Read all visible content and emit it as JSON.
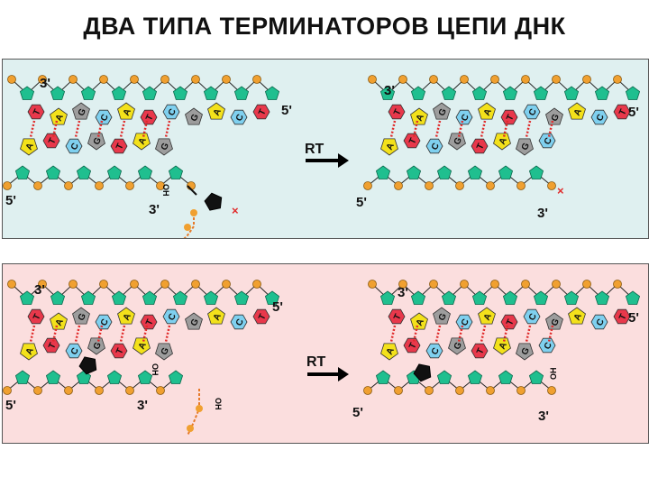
{
  "title": "ДВА ТИПА ТЕРМИНАТОРОВ ЦЕПИ ДНК",
  "colors": {
    "panel_top": "#dff0f0",
    "panel_bottom": "#fbdede",
    "sugar": "#1fbf8f",
    "phosphate": "#f0a030",
    "purine_A": "#f3e11b",
    "pyr_T": "#e8384b",
    "purine_G": "#9d9d9d",
    "pyr_C": "#7fd0ef",
    "bond": "#e02b2b"
  },
  "panels": [
    {
      "id": "top",
      "rt_label": "RT",
      "left": {
        "label_3_top": "3'",
        "label_5_top": "5'",
        "label_5_bottom": "5'",
        "label_3_bottom": "3'",
        "oh": "OH"
      },
      "right": {
        "label_3_top": "3'",
        "label_5_top": "5'",
        "label_5_bottom": "5'",
        "label_3_bottom": "3'"
      },
      "bases_left": [
        "T",
        "A",
        "G",
        "C",
        "A",
        "T",
        "C",
        "G",
        "A",
        "C",
        "T"
      ],
      "bases_right": [
        "T",
        "A",
        "G",
        "C",
        "A",
        "T",
        "C",
        "G",
        "A",
        "C",
        "T"
      ]
    },
    {
      "id": "bottom",
      "rt_label": "RT",
      "left": {
        "label_3_top": "3'",
        "label_5_top": "5'",
        "label_5_bottom": "5'",
        "label_3_bottom": "3'",
        "oh1": "OH",
        "oh2": "OH"
      },
      "right": {
        "label_3_top": "3'",
        "label_5_top": "5'",
        "label_5_bottom": "5'",
        "label_3_bottom": "3'",
        "oh": "OH"
      },
      "bases_left": [
        "T",
        "A",
        "G",
        "C",
        "A",
        "T",
        "C",
        "G",
        "A",
        "C",
        "T"
      ],
      "bases_right": [
        "T",
        "A",
        "G",
        "C",
        "A",
        "T",
        "C",
        "G",
        "A",
        "C",
        "T"
      ]
    }
  ]
}
